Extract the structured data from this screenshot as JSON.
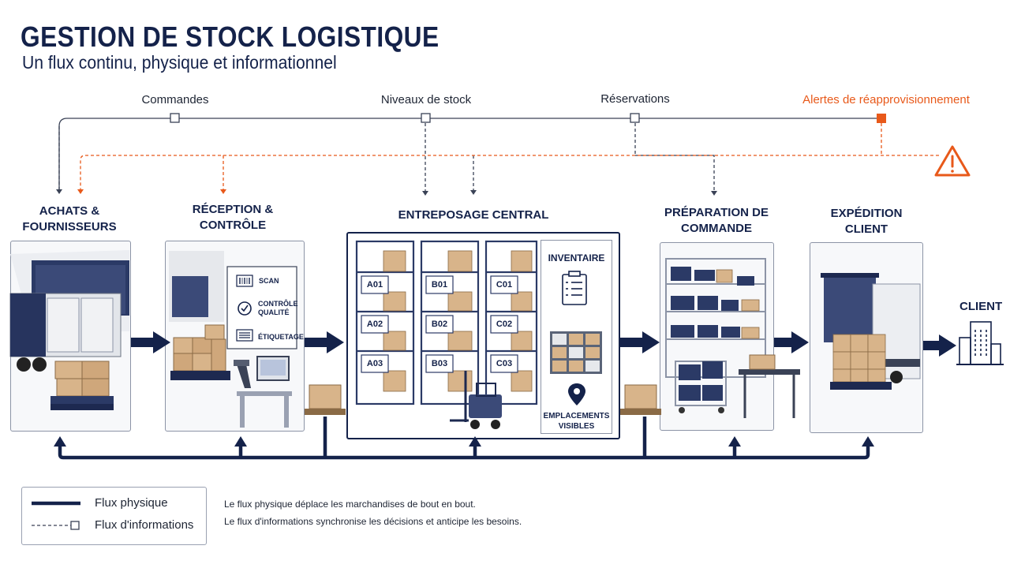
{
  "header": {
    "title": "GESTION DE STOCK LOGISTIQUE",
    "subtitle": "Un flux continu, physique et informationnel"
  },
  "info_flows": [
    {
      "label": "Commandes",
      "alert": false
    },
    {
      "label": "Niveaux de stock",
      "alert": false
    },
    {
      "label": "Réservations",
      "alert": false
    },
    {
      "label": "Alertes de réapprovisionnement",
      "alert": true
    }
  ],
  "stages": [
    {
      "title_line1": "ACHATS &",
      "title_line2": "FOURNISSEURS"
    },
    {
      "title_line1": "RÉCEPTION &",
      "title_line2": "CONTRÔLE"
    },
    {
      "title_line1": "ENTREPOSAGE CENTRAL",
      "title_line2": ""
    },
    {
      "title_line1": "PRÉPARATION DE",
      "title_line2": "COMMANDE"
    },
    {
      "title_line1": "EXPÉDITION",
      "title_line2": "CLIENT"
    }
  ],
  "reception_checks": {
    "scan": "SCAN",
    "quality_line1": "CONTRÔLE",
    "quality_line2": "QUALITÉ",
    "labeling": "ÉTIQUETAGE"
  },
  "storage": {
    "rack_labels": [
      "A01",
      "A02",
      "A03",
      "B01",
      "B02",
      "B03",
      "C01",
      "C02",
      "C03"
    ],
    "inventory_label": "INVENTAIRE",
    "locations_line1": "EMPLACEMENTS",
    "locations_line2": "VISIBLES"
  },
  "client_label": "CLIENT",
  "legend": {
    "physical": "Flux physique",
    "information": "Flux d'informations"
  },
  "descriptions": {
    "physical": "Le flux physique déplace les marchandises de bout en bout.",
    "information": "Le flux d'informations synchronise les décisions et anticipe les besoins."
  },
  "colors": {
    "navy": "#14224a",
    "alert_orange": "#e8591a",
    "info_line": "#3a4256",
    "box_border": "#8c94a6"
  },
  "icons": [
    "barcode-icon",
    "check-circle-icon",
    "label-icon",
    "clipboard-icon",
    "location-pin-icon",
    "warning-icon",
    "building-icon",
    "truck-icon",
    "forklift-icon",
    "pallet-icon"
  ]
}
